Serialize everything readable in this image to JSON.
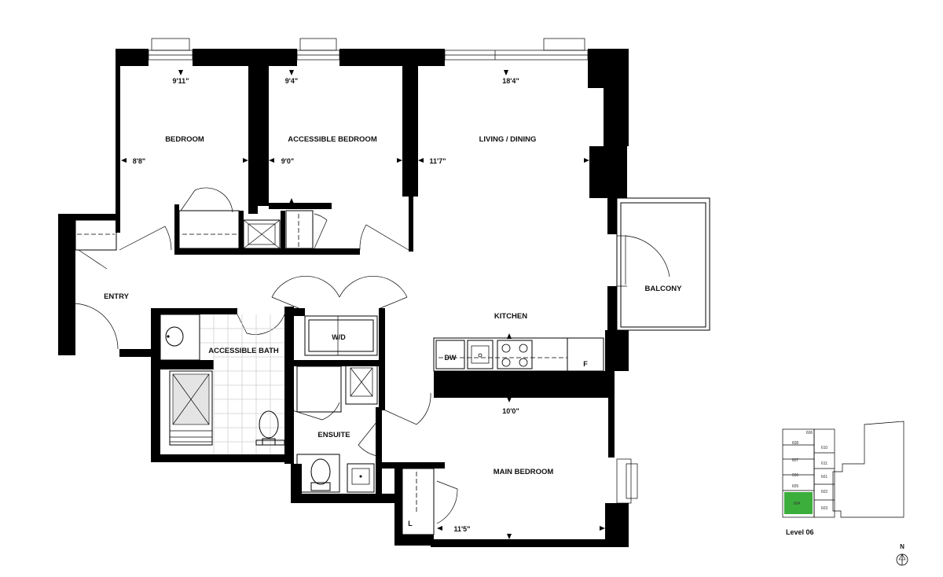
{
  "rooms": {
    "bedroom": "BEDROOM",
    "accessible_bedroom": "ACCESSIBLE BEDROOM",
    "living_dining": "LIVING / DINING",
    "balcony": "BALCONY",
    "entry": "ENTRY",
    "kitchen": "KITCHEN",
    "accessible_bath": "ACCESSIBLE BATH",
    "ensuite": "ENSUITE",
    "main_bedroom": "MAIN BEDROOM"
  },
  "dimensions": {
    "bedroom_width": "9'11\"",
    "bedroom_depth": "8'8\"",
    "accessible_bedroom_width": "9'4\"",
    "accessible_bedroom_depth": "9'0\"",
    "living_width": "18'4\"",
    "living_depth": "11'7\"",
    "main_bedroom_width": "10'0\"",
    "main_bedroom_depth": "11'5\""
  },
  "fixtures": {
    "washer_dryer": "W/D",
    "dishwasher": "DW",
    "fridge": "F",
    "linen": "L"
  },
  "key_plan": {
    "level": "Level 06",
    "units": [
      "606",
      "608",
      "610",
      "607",
      "611",
      "606",
      "601",
      "605",
      "602",
      "604",
      "603"
    ],
    "highlight_color": "#3cae3c"
  },
  "north": "N"
}
